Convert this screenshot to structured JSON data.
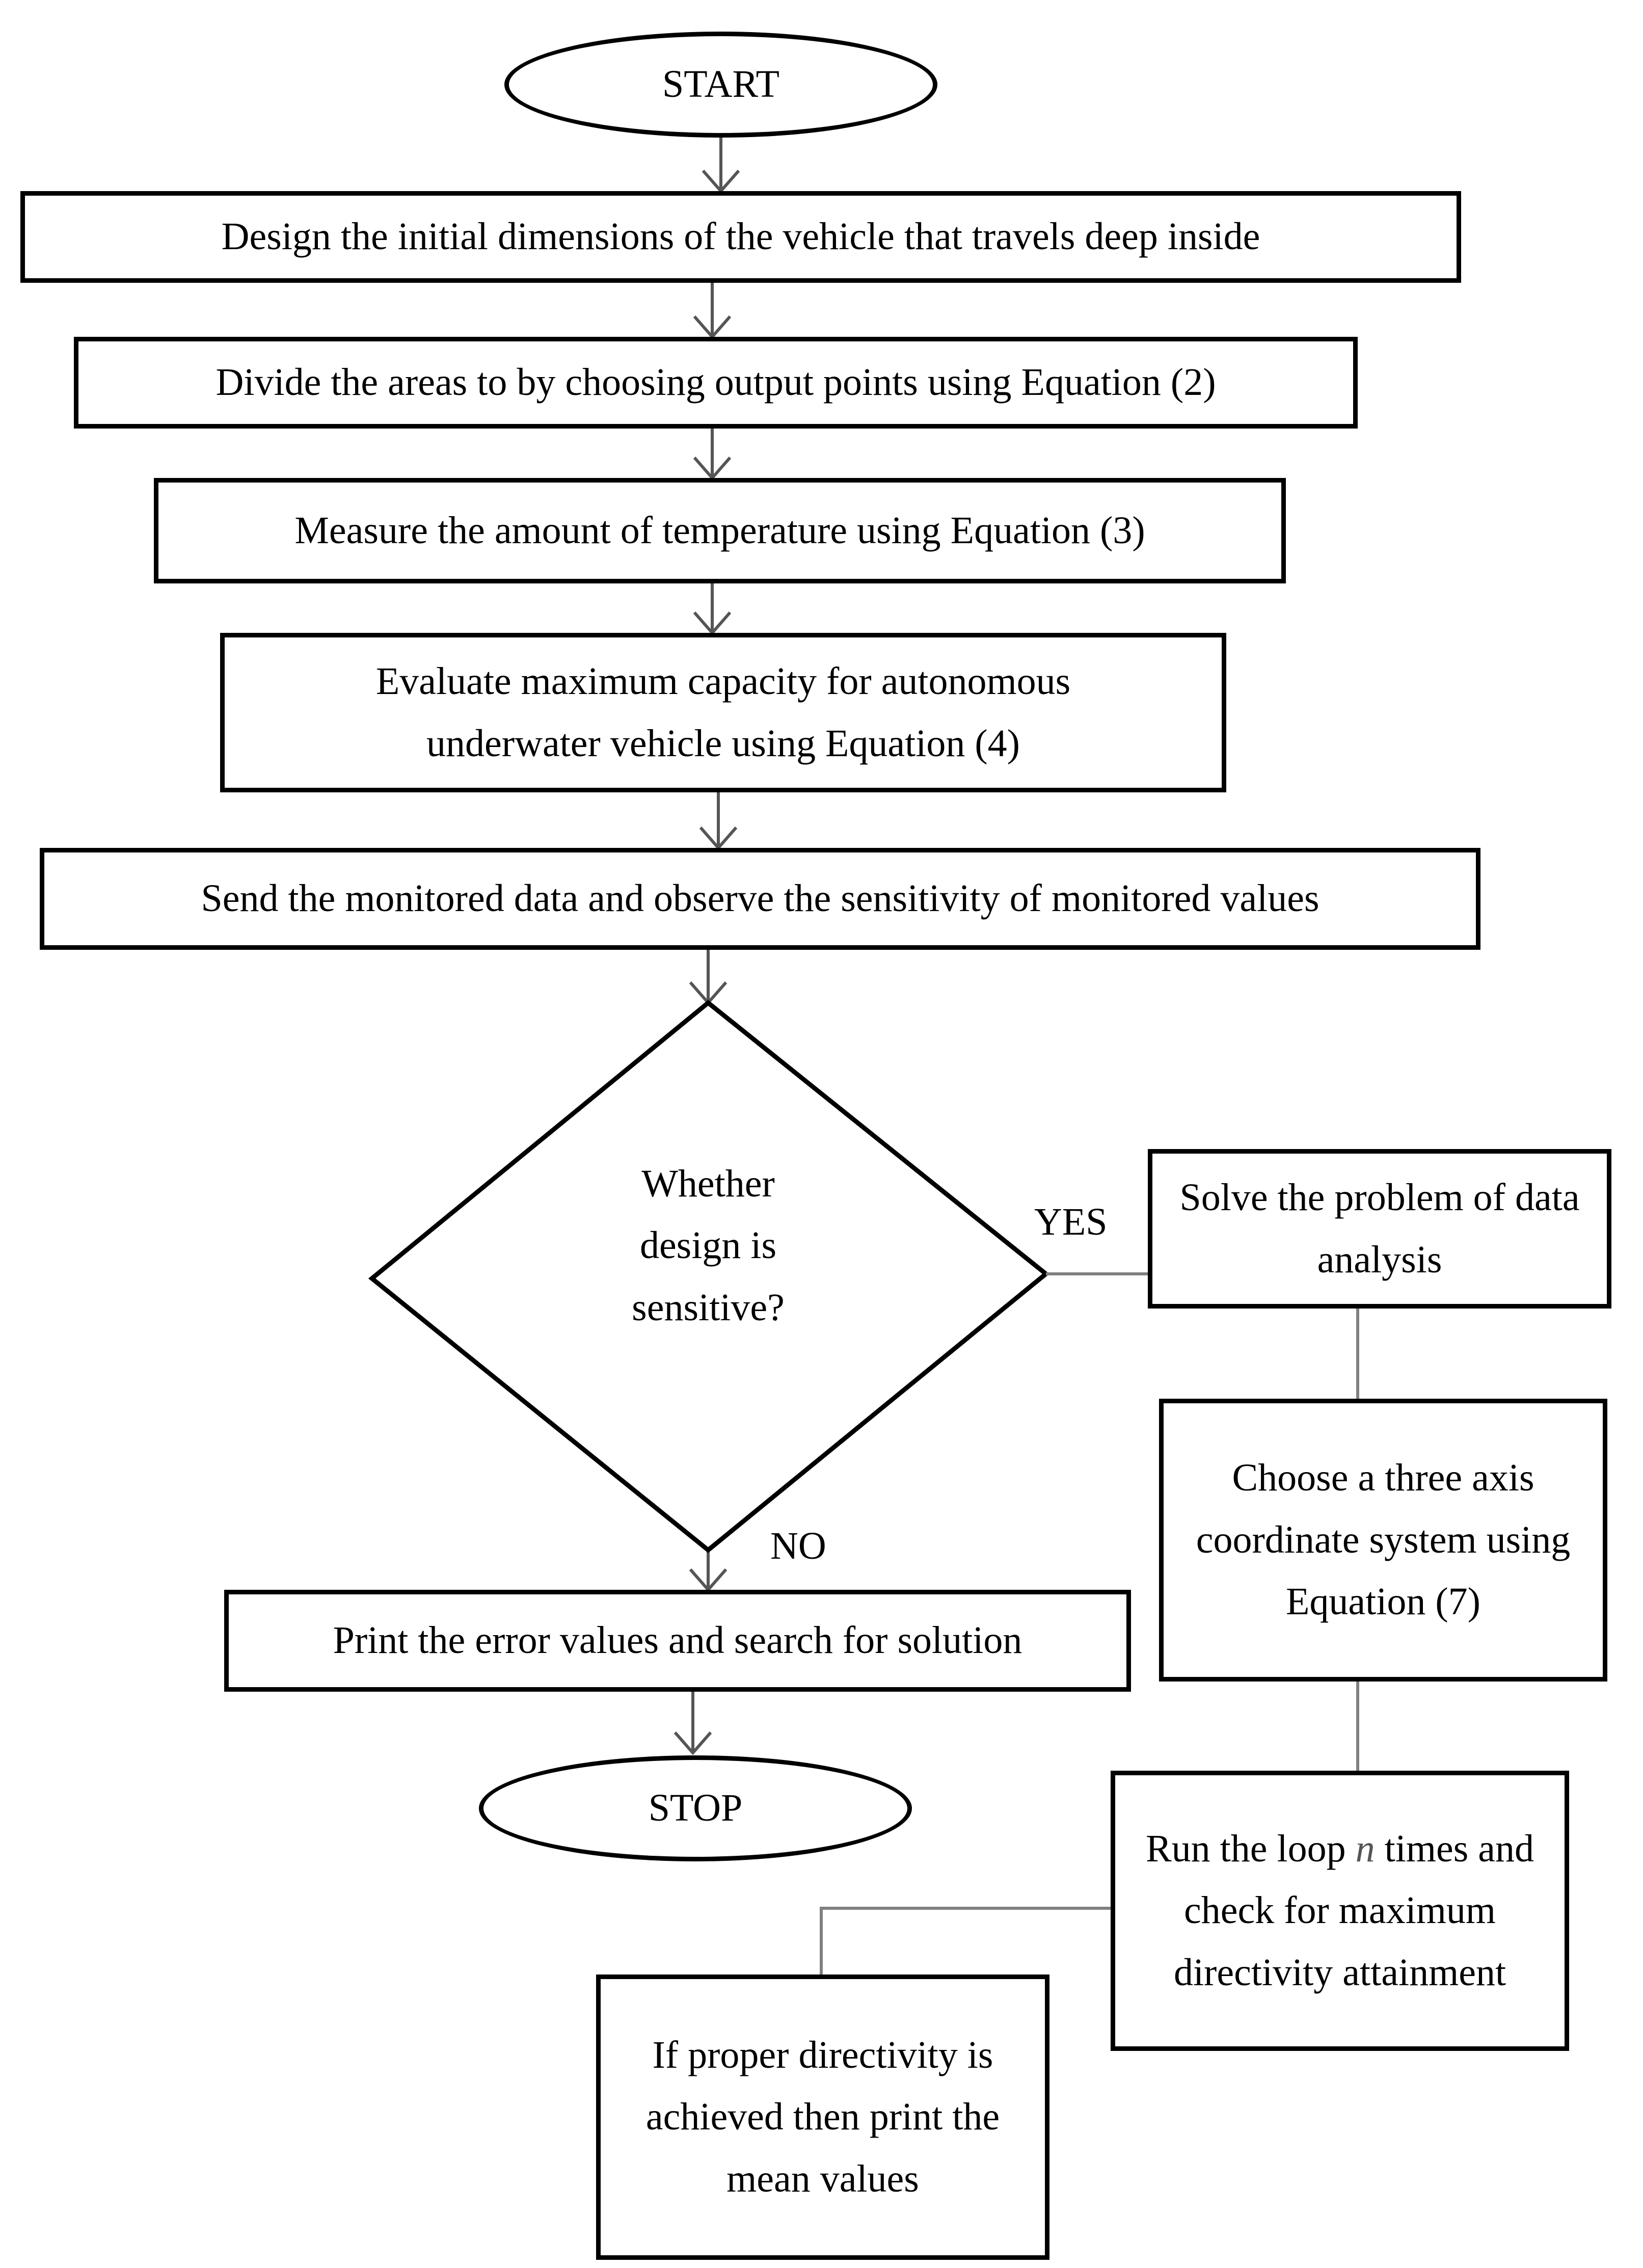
{
  "flowchart": {
    "start": "START",
    "step1": "Design the initial dimensions of the vehicle that travels deep inside",
    "step2": "Divide the areas to by choosing output points using Equation (2)",
    "step3": "Measure the amount of temperature using Equation (3)",
    "step4": "Evaluate maximum capacity for autonomous underwater vehicle using Equation (4)",
    "step5": "Send the monitored data and observe the sensitivity of monitored values",
    "decision": "Whether design is sensitive?",
    "yes_label": "YES",
    "no_label": "NO",
    "yes1": "Solve the problem of data analysis",
    "yes2": "Choose a three axis coordinate system using Equation (7)",
    "yes3_before": "Run the loop ",
    "yes3_var": "n",
    "yes3_after": " times and check for maximum directivity attainment",
    "yes4": "If proper directivity is achieved then print the mean values",
    "no_step": "Print the error values and search for solution",
    "stop": "STOP"
  },
  "colors": {
    "line": "#000000",
    "connector": "#808080",
    "background": "#ffffff"
  }
}
